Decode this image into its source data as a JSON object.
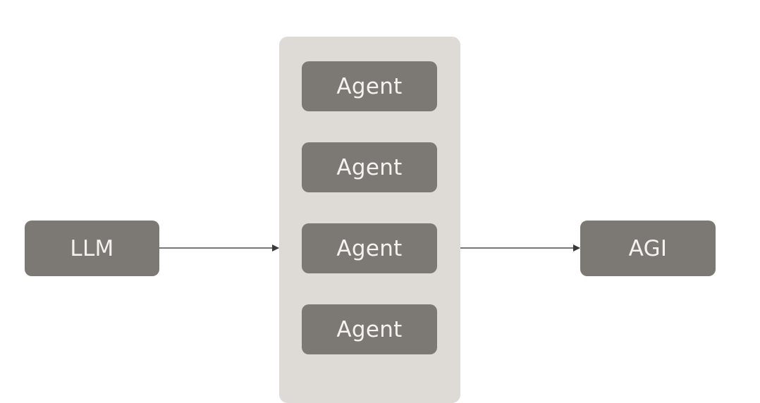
{
  "diagram": {
    "input_node": {
      "label": "LLM"
    },
    "agent_group": {
      "agents": [
        {
          "label": "Agent"
        },
        {
          "label": "Agent"
        },
        {
          "label": "Agent"
        },
        {
          "label": "Agent"
        }
      ]
    },
    "output_node": {
      "label": "AGI"
    },
    "edges": [
      {
        "from": "LLM",
        "to": "Agent group"
      },
      {
        "from": "Agent group",
        "to": "AGI"
      }
    ],
    "colors": {
      "node_fill": "#7c7874",
      "node_text": "#f4f2ee",
      "group_fill": "#dedbd6",
      "arrow": "#3a3a3a",
      "background": "#ffffff"
    }
  }
}
